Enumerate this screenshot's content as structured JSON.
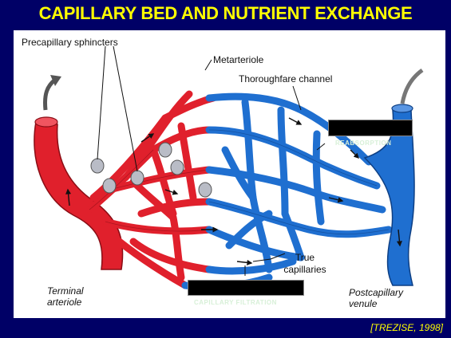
{
  "title": "CAPILLARY BED AND NUTRIENT EXCHANGE",
  "labels": {
    "precapillary": "Precapillary sphincters",
    "metarteriole": "Metarteriole",
    "thoroughfare": "Thoroughfare channel",
    "true_capillaries_1": "True",
    "true_capillaries_2": "capillaries",
    "terminal_1": "Terminal",
    "terminal_2": "arteriole",
    "postcap_1": "Postcapillary",
    "postcap_2": "venule"
  },
  "answer_boxes": {
    "reabsorption": "REABSORPTION",
    "filtration": "CAPILLARY FILTRATION"
  },
  "citation": "[TREZISE, 1998]",
  "colors": {
    "background": "#000066",
    "title": "#ffff00",
    "arterial": "#e0202c",
    "venous": "#1f6fd0",
    "sphincter": "#b9bcc6"
  }
}
